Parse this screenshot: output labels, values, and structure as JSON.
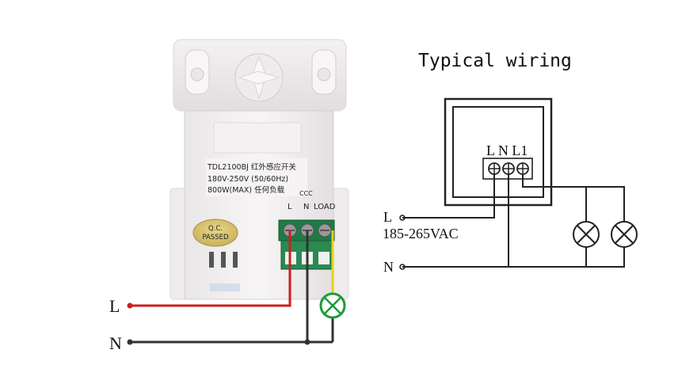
{
  "device": {
    "model_line": "TDL2100BJ 红外感应开关",
    "voltage_line": "180V-250V (50/60Hz)",
    "load_line": "800W(MAX)  任何负载",
    "ccc_mark": "CCC",
    "qc_top": "Q.C.",
    "qc_bottom": "PASSED",
    "terminal_l": "L",
    "terminal_n": "N",
    "terminal_load": "LOAD"
  },
  "left_wiring": {
    "line_label": "L",
    "neutral_label": "N",
    "colors": {
      "line": "#cc1f1f",
      "neutral": "#333333",
      "load": "#e6d21a",
      "lamp": "#1e9a3a"
    }
  },
  "diagram": {
    "title": "Typical wiring",
    "terminal_labels": "L N L1",
    "line_label": "L",
    "voltage_label": "185-265VAC",
    "neutral_label": "N"
  }
}
